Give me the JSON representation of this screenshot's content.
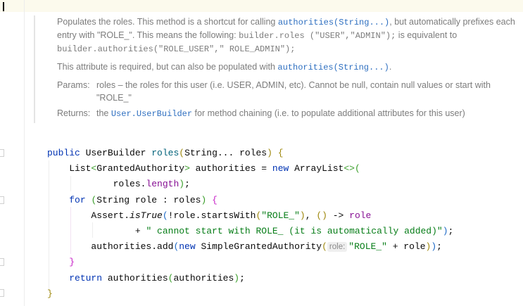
{
  "doc": {
    "p1": {
      "t1": "Populates the roles. This method is a shortcut for calling ",
      "link1": "authorities(String...)",
      "t2": ", but automatically prefixes each entry with \"ROLE_\". This means the following: ",
      "code1": "builder.roles (\"USER\",\"ADMIN\");",
      "t3": " is equivalent to ",
      "code2": "builder.authorities(\"ROLE_USER\",\" ROLE_ADMIN\");"
    },
    "p2": {
      "t1": "This attribute is required, but can also be populated with ",
      "link1": "authorities(String...)",
      "t2": "."
    },
    "params": {
      "label": "Params:",
      "text": "roles – the roles for this user (i.e. USER, ADMIN, etc). Cannot be null, contain null values or start with \"ROLE_\""
    },
    "returns": {
      "label": "Returns:",
      "t1": "the ",
      "link": "User.UserBuilder",
      "t2": " for method chaining (i.e. to populate additional attributes for this user)"
    }
  },
  "code": [
    [
      [
        "public ",
        "kw"
      ],
      [
        "UserBuilder ",
        ""
      ],
      [
        "roles",
        "fn"
      ],
      [
        "(",
        "br1"
      ],
      [
        "String... roles",
        ""
      ],
      [
        ")",
        "br1"
      ],
      [
        " ",
        ""
      ],
      [
        "{",
        "br1"
      ]
    ],
    [
      [
        "    List",
        ""
      ],
      [
        "<",
        "br2"
      ],
      [
        "GrantedAuthority",
        ""
      ],
      [
        ">",
        "br2"
      ],
      [
        " authorities = ",
        ""
      ],
      [
        "new ",
        "kw"
      ],
      [
        "ArrayList",
        ""
      ],
      [
        "<>",
        "br2"
      ],
      [
        "(",
        "br2"
      ]
    ],
    [
      [
        "            roles.",
        ""
      ],
      [
        "length",
        "fld"
      ],
      [
        ")",
        "br2"
      ],
      [
        ";",
        ""
      ]
    ],
    [
      [
        "    ",
        ""
      ],
      [
        "for ",
        "kw"
      ],
      [
        "(",
        "br2"
      ],
      [
        "String role : roles",
        ""
      ],
      [
        ")",
        "br2"
      ],
      [
        " ",
        ""
      ],
      [
        "{",
        "br3"
      ]
    ],
    [
      [
        "        Assert.",
        ""
      ],
      [
        "isTrue",
        "it"
      ],
      [
        "(",
        "br4"
      ],
      [
        "!role.startsWith",
        ""
      ],
      [
        "(",
        "br1"
      ],
      [
        "\"ROLE_\"",
        "str"
      ],
      [
        ")",
        "br1"
      ],
      [
        ", ",
        ""
      ],
      [
        "()",
        "br1"
      ],
      [
        " -> ",
        ""
      ],
      [
        "role",
        "fld"
      ]
    ],
    [
      [
        "                + ",
        ""
      ],
      [
        "\" cannot start with ROLE_ (it is automatically added)\"",
        "str"
      ],
      [
        ")",
        "br4"
      ],
      [
        ";",
        ""
      ]
    ],
    [
      [
        "        authorities.add",
        ""
      ],
      [
        "(",
        "br4"
      ],
      [
        "new ",
        "kw"
      ],
      [
        "SimpleGrantedAuthority",
        ""
      ],
      [
        "(",
        "br1"
      ],
      [
        "role:",
        "hint"
      ],
      [
        "\"ROLE_\"",
        "str"
      ],
      [
        " + role",
        ""
      ],
      [
        ")",
        "br1"
      ],
      [
        ")",
        "br4"
      ],
      [
        ";",
        ""
      ]
    ],
    [
      [
        "    ",
        ""
      ],
      [
        "}",
        "br3"
      ]
    ],
    [
      [
        "    ",
        ""
      ],
      [
        "return ",
        "kw"
      ],
      [
        "authorities",
        ""
      ],
      [
        "(",
        "br2"
      ],
      [
        "authorities",
        ""
      ],
      [
        ")",
        "br2"
      ],
      [
        ";",
        ""
      ]
    ],
    [
      [
        "}",
        "br1"
      ]
    ]
  ]
}
